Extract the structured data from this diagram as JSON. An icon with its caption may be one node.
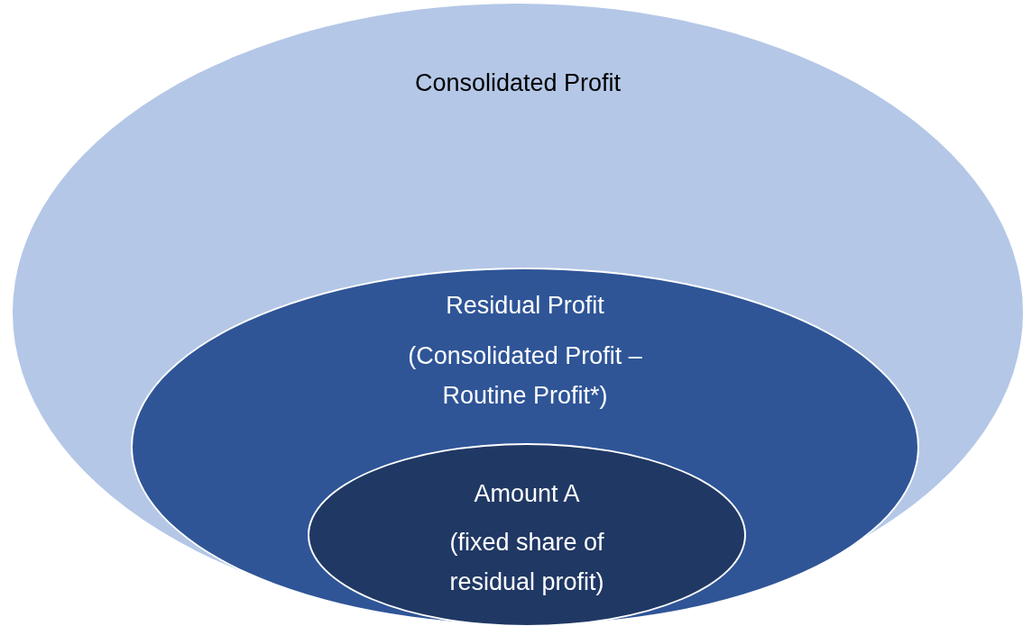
{
  "diagram": {
    "nodes": [
      {
        "text": [
          "Consolidated Profit"
        ]
      },
      {
        "text": [
          "Residual Profit",
          "(Consolidated Profit – Routine Profit*)"
        ],
        "in": 0
      },
      {
        "text": [
          "Amount A",
          "(fixed share of residual profit)"
        ],
        "in": 1
      }
    ]
  }
}
